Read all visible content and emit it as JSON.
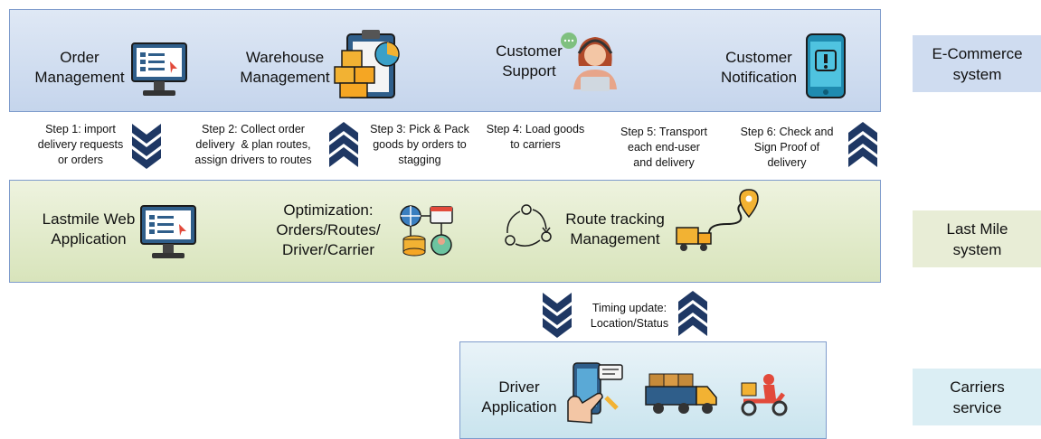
{
  "ecommerce": {
    "order_management": "Order\nManagement",
    "warehouse_management": "Warehouse\nManagement",
    "customer_support": "Customer\nSupport",
    "customer_notification": "Customer\nNotification"
  },
  "steps": {
    "step1": "Step 1: import\ndelivery requests\nor orders",
    "step2": "Step 2: Collect order\ndelivery  & plan routes,\nassign drivers to routes",
    "step3": "Step 3: Pick & Pack\ngoods by orders to\nstagging",
    "step4": "Step 4: Load goods\nto carriers",
    "step5": "Step 5: Transport\neach end-user\nand delivery",
    "step6": "Step 6: Check and\nSign Proof of\ndelivery"
  },
  "lastmile": {
    "web_app": "Lastmile Web\nApplication",
    "optimization": "Optimization:\nOrders/Routes/\nDriver/Carrier",
    "route_tracking": "Route tracking\nManagement"
  },
  "timing": "Timing update:\nLocation/Status",
  "carriers": {
    "driver_app": "Driver\nApplication"
  },
  "systems": {
    "ecommerce": "E-Commerce\nsystem",
    "lastmile": "Last Mile\nsystem",
    "carriers": "Carriers\nservice"
  },
  "colors": {
    "chevron": "#1f3864",
    "panel_border": "#7f9ccc"
  }
}
